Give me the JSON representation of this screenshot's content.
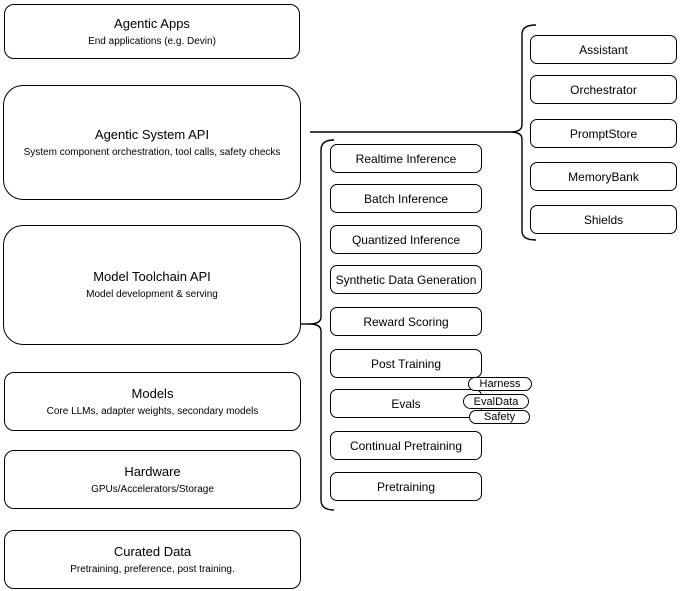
{
  "colors": {
    "stroke": "#000000",
    "fill": "#ffffff",
    "text": "#000000",
    "background": "#ffffff"
  },
  "left_stack": [
    {
      "title": "Agentic Apps",
      "subtitle": "End applications (e.g. Devin)"
    },
    {
      "title": "Agentic System API",
      "subtitle": "System component orchestration, tool calls, safety checks"
    },
    {
      "title": "Model Toolchain API",
      "subtitle": "Model development & serving"
    },
    {
      "title": "Models",
      "subtitle": "Core LLMs, adapter weights, secondary models"
    },
    {
      "title": "Hardware",
      "subtitle": "GPUs/Accelerators/Storage"
    },
    {
      "title": "Curated Data",
      "subtitle": "Pretraining, preference, post training."
    }
  ],
  "toolchain_group": {
    "items": [
      "Realtime Inference",
      "Batch Inference",
      "Quantized Inference",
      "Synthetic Data Generation",
      "Reward Scoring",
      "Post Training",
      "Evals",
      "Continual Pretraining",
      "Pretraining"
    ]
  },
  "system_components_group": {
    "items": [
      "Assistant",
      "Orchestrator",
      "PromptStore",
      "MemoryBank",
      "Shields"
    ]
  },
  "evals_pills": {
    "items": [
      "Harness",
      "EvalData",
      "Safety"
    ]
  }
}
